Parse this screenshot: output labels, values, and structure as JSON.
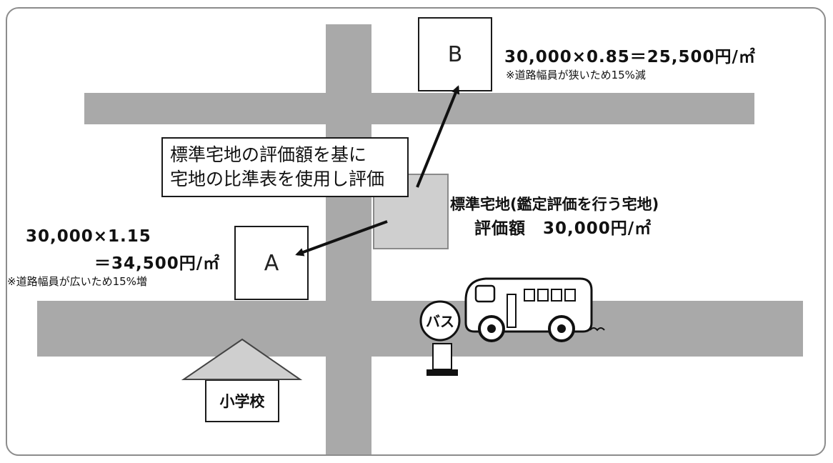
{
  "lots": {
    "a_label": "A",
    "b_label": "B"
  },
  "note_box": {
    "line1": "標準宅地の評価額を基に",
    "line2": "宅地の比準表を使用し評価"
  },
  "standard_lot": {
    "title": "標準宅地(鑑定評価を行う宅地)",
    "value": "評価額　30,000円/㎡"
  },
  "lot_b_calc": {
    "formula": "30,000×0.85＝25,500円/㎡",
    "note": "※道路幅員が狭いため15%減"
  },
  "lot_a_calc": {
    "line1": "30,000×1.15",
    "line2": "＝34,500円/㎡",
    "note": "※道路幅員が広いため15%増"
  },
  "school": {
    "label": "小学校"
  },
  "bus_stop": {
    "label": "バス"
  },
  "colors": {
    "road": "#a9a9a9",
    "standard_lot": "#cfcfcf",
    "frame": "#8c8c8c"
  }
}
